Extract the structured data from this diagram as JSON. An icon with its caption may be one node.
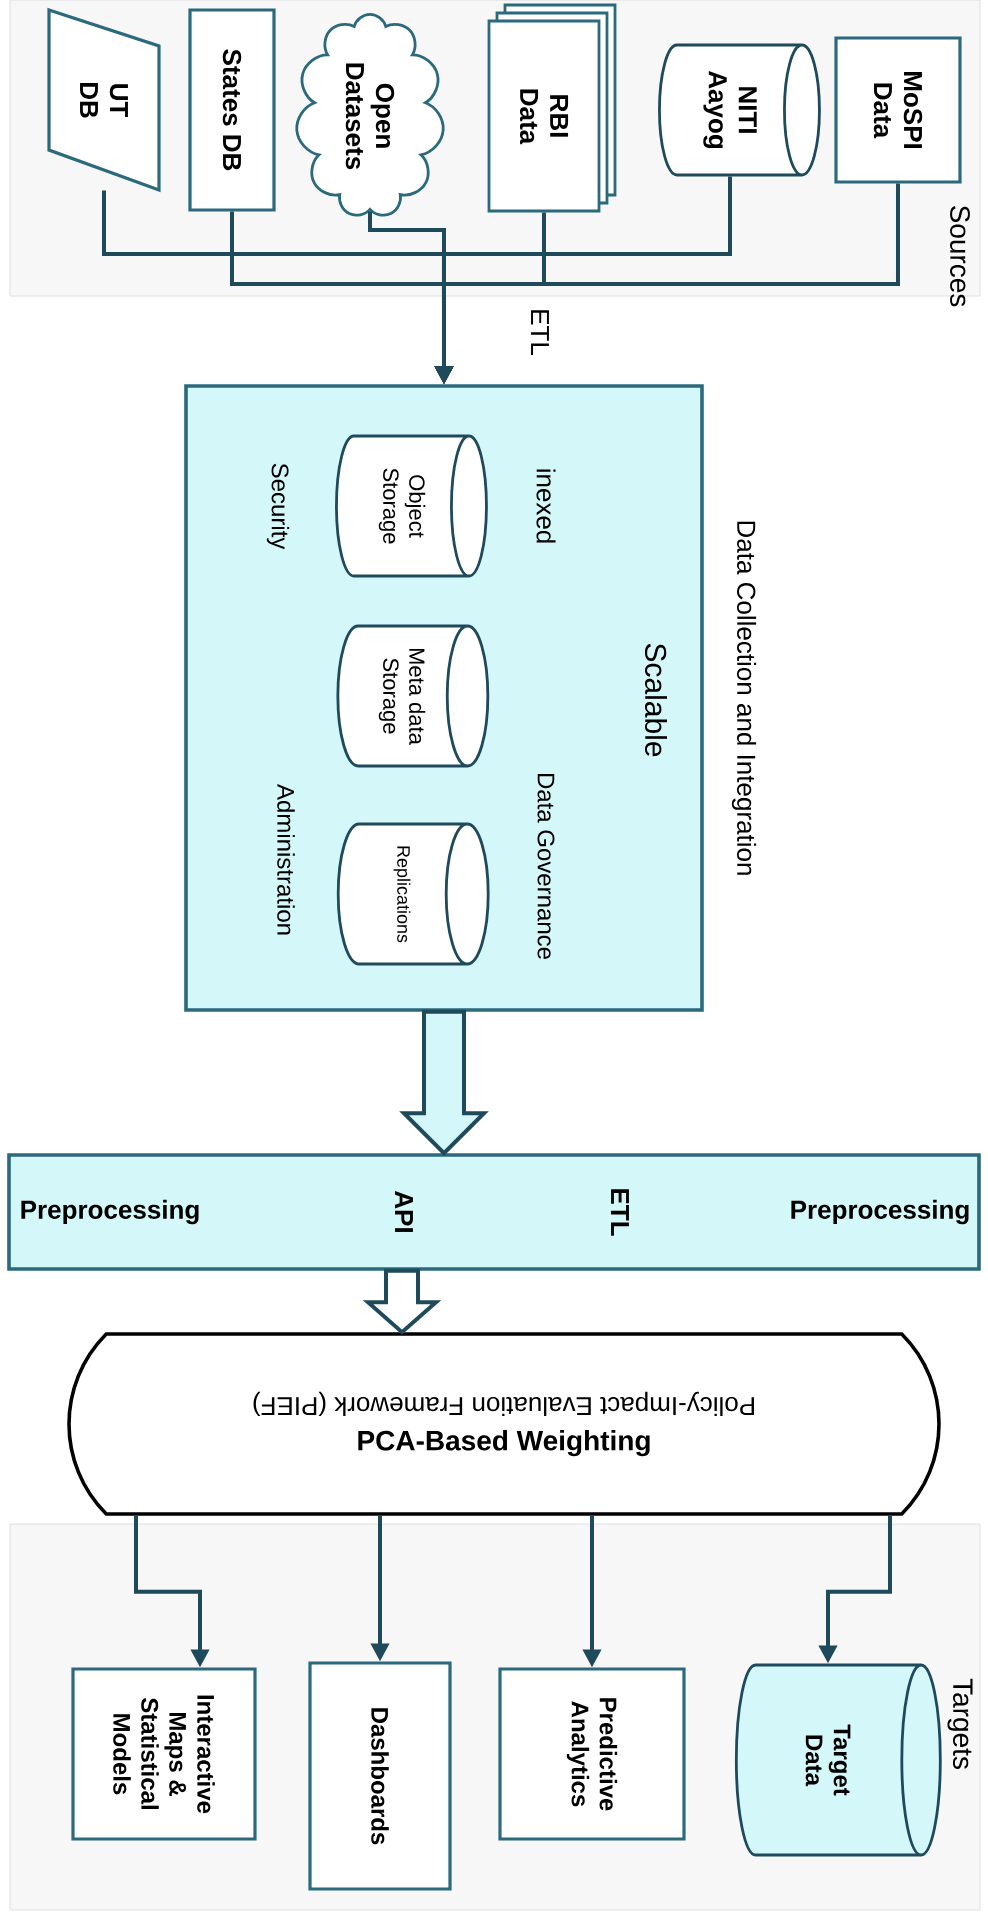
{
  "diagram": {
    "nodes": [
      {
        "text": [
          "UT DB"
        ]
      },
      {
        "text": [
          "States DB"
        ]
      },
      {
        "text": [
          "Open Datasets"
        ]
      },
      {
        "text": [
          "RBI Data"
        ]
      },
      {
        "text": [
          "NITI Aayog"
        ]
      },
      {
        "text": [
          "MoSPI Data"
        ]
      },
      {
        "text": [
          "Data Collection and Integration",
          "Scalable",
          "inexed",
          "Data Governance",
          "Security",
          "Administration"
        ]
      },
      {
        "text": [
          "Object Storage"
        ],
        "in": 6
      },
      {
        "text": [
          "Meta data Storage"
        ],
        "in": 6
      },
      {
        "text": [
          "Replications"
        ],
        "in": 6
      },
      {
        "text": [
          "Preprocessing",
          "API",
          "ETL",
          "Preprocessing"
        ]
      },
      {
        "text": [
          "Policy-Impact Evaluation Framework (PIEF)",
          "PCA-Based Weighting"
        ]
      },
      {
        "text": [
          "Interactive Maps & Statistical Models"
        ]
      },
      {
        "text": [
          "Dashboards"
        ]
      },
      {
        "text": [
          "Predictive Analytics"
        ]
      },
      {
        "text": [
          "Target Data"
        ]
      }
    ],
    "edges": [
      {
        "from": 0,
        "to": 6,
        "arrow": "to"
      },
      {
        "from": 1,
        "to": 6,
        "arrow": "to"
      },
      {
        "from": 2,
        "to": 6,
        "arrow": "to"
      },
      {
        "from": 3,
        "to": 6,
        "arrow": "to"
      },
      {
        "from": 4,
        "to": 6,
        "arrow": "to"
      },
      {
        "from": 5,
        "to": 6,
        "arrow": "to"
      },
      {
        "from": 6,
        "to": 10,
        "arrow": "to",
        "style": "thick",
        "color": "#d4f7fa"
      },
      {
        "from": 10,
        "to": 11,
        "arrow": "to",
        "style": "thick"
      },
      {
        "from": 11,
        "to": 12,
        "arrow": "to"
      },
      {
        "from": 11,
        "to": 13,
        "arrow": "to"
      },
      {
        "from": 11,
        "to": 14,
        "arrow": "to"
      },
      {
        "from": 11,
        "to": 15,
        "arrow": "to"
      }
    ],
    "labels": [
      "Sources",
      "ETL",
      "Targets"
    ]
  }
}
